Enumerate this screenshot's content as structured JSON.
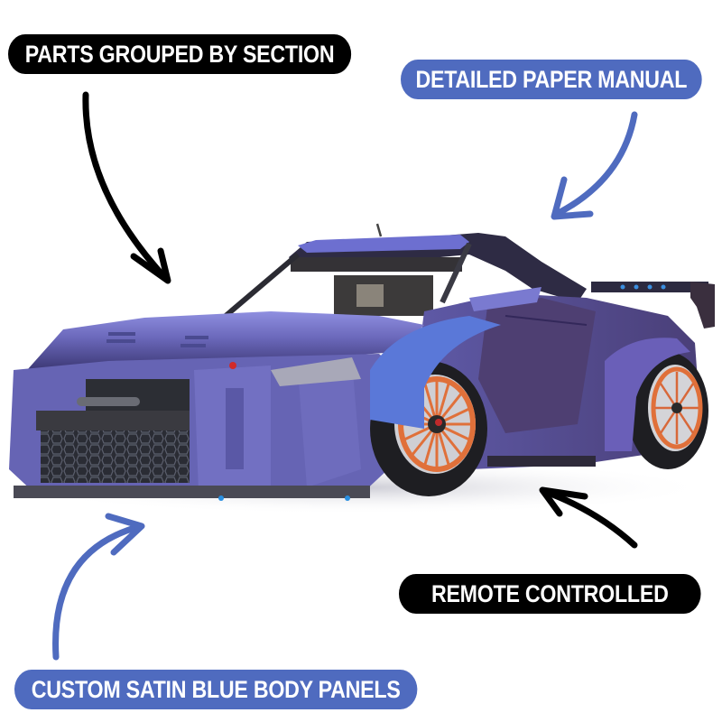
{
  "callouts": [
    {
      "id": "parts",
      "label": "PARTS GROUPED BY SECTION",
      "style": "dark",
      "arrow_color": "#000000"
    },
    {
      "id": "manual",
      "label": "DETAILED PAPER MANUAL",
      "style": "blue",
      "arrow_color": "#4f6bbf"
    },
    {
      "id": "remote",
      "label": "REMOTE CONTROLLED",
      "style": "dark",
      "arrow_color": "#000000"
    },
    {
      "id": "panels",
      "label": "CUSTOM SATIN BLUE BODY PANELS",
      "style": "blue",
      "arrow_color": "#4f6bbf"
    }
  ],
  "product": {
    "subject": "Building-block sports car model with satin blue body panels and orange wheels",
    "colors": {
      "body": "#6a68b8",
      "body_shadow": "#3e3a7a",
      "wheel_rim": "#e0703a",
      "tire": "#1e1e22",
      "accent_blue": "#2a8fe0",
      "pill_blue": "#4f6bbf",
      "pill_dark": "#000000"
    }
  }
}
